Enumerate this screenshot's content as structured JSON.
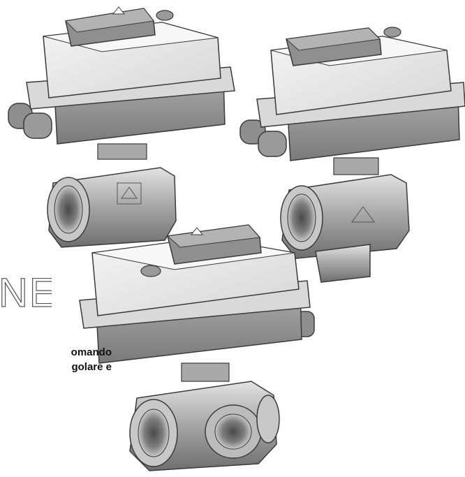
{
  "heading": {
    "visible_fragment": "NE"
  },
  "description": {
    "line1": "omando",
    "line2": "golare e"
  },
  "colors": {
    "actuator_housing": "#e8e8e8",
    "actuator_base": "#8c8c8c",
    "lever": "#9a9a9a",
    "valve_body": "#c0c0c0",
    "outline": "#3a3a3a"
  }
}
